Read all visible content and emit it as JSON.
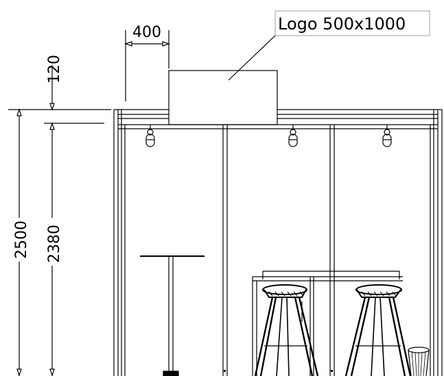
{
  "dimensions": {
    "logo_callout": "Logo 500x1000",
    "offset_width": "400",
    "top_band_height": "120",
    "total_height": "2500",
    "inner_height": "2380"
  },
  "colors": {
    "line": "#000000",
    "background": "#ffffff",
    "callout_border": "#9e9e9e"
  }
}
